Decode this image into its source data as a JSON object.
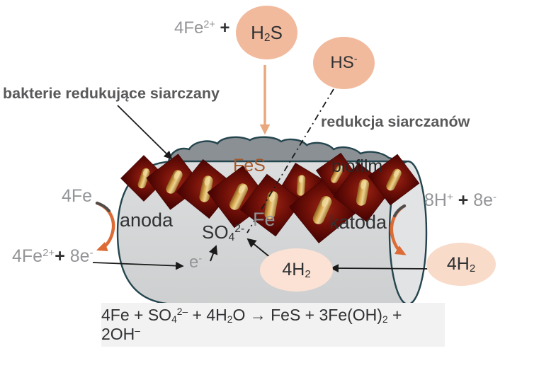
{
  "colors": {
    "peach-bubble": "#F2BA9D",
    "pale-bubble": "#FBE2D4",
    "right-bubble": "#F8DBC9",
    "orange-curve": "#DD6B35",
    "orange-light": "#E9A87E",
    "cylinder-fill": "#D5D6D7",
    "cylinder-cap": "#E2E3E4",
    "cylinder-stroke": "#24454E",
    "biofilm-fill": "#8A9094",
    "afm-maroon": "#701008",
    "rod-gold": "#D9A94F",
    "gray-text": "#939598",
    "dark-text": "#2F3133",
    "bold-label": "#58595B",
    "fes-brown": "#A3582B",
    "equation-bg": "#F2F2F3",
    "black-line": "#1A1A1A"
  },
  "labels": {
    "bacteria": "bakterie redukujące siarczany",
    "reduction": "redukcja siarczanów",
    "biofilm": "biofilm",
    "anode": "anoda",
    "cathode": "katoda",
    "fe": "Fe",
    "fes": "FeS",
    "left_top": "4Fe"
  },
  "formulas": {
    "top_reactant": [
      {
        "t": "4Fe"
      },
      {
        "t": "2+",
        "v": "sup"
      },
      {
        "t": " "
      },
      {
        "t": "+",
        "b": 1,
        "c": "dark"
      }
    ],
    "h2s": [
      {
        "t": "H"
      },
      {
        "t": "2",
        "v": "sub"
      },
      {
        "t": "S"
      }
    ],
    "hs": [
      {
        "t": "HS"
      },
      {
        "t": "-",
        "v": "sup"
      }
    ],
    "so4": [
      {
        "t": "SO"
      },
      {
        "t": "4",
        "v": "sub"
      },
      {
        "t": "2-",
        "v": "sup"
      }
    ],
    "electron": [
      {
        "t": "e"
      },
      {
        "t": "-",
        "v": "sup"
      }
    ],
    "left_reaction": [
      {
        "t": "4Fe"
      },
      {
        "t": "2+",
        "v": "sup"
      },
      {
        "t": "+",
        "b": 1,
        "c": "dark"
      },
      {
        "t": " 8e"
      },
      {
        "t": "-",
        "v": "sup"
      }
    ],
    "right_reaction": [
      {
        "t": "8H"
      },
      {
        "t": "+",
        "v": "sup"
      },
      {
        "t": "   "
      },
      {
        "t": "+ ",
        "b": 1,
        "c": "dark"
      },
      {
        "t": "8e"
      },
      {
        "t": "-",
        "v": "sup"
      }
    ],
    "h2_inner": [
      {
        "t": "4H"
      },
      {
        "t": "2",
        "v": "sub"
      }
    ],
    "h2_right": [
      {
        "t": "4H"
      },
      {
        "t": "2",
        "v": "sub"
      }
    ],
    "equation": [
      {
        "t": "4Fe + SO"
      },
      {
        "t": "4",
        "v": "sub"
      },
      {
        "t": "2–",
        "v": "sup"
      },
      {
        "t": " + 4H"
      },
      {
        "t": "2",
        "v": "sub"
      },
      {
        "t": "O → FeS + 3Fe(OH)"
      },
      {
        "t": "2",
        "v": "sub"
      },
      {
        "t": " + 2OH"
      },
      {
        "t": "–",
        "v": "sup"
      }
    ]
  },
  "graphics": {
    "pipe": "steel-pipe-cylinder",
    "biofilm_bumps": "biofilm-cloud-bumps",
    "afm_tiles": "sulfate-reducing-bacteria-afm-micrographs",
    "arrow_h2s_down": "orange-down-arrow",
    "arrow_bacteria_pointer": "black-arrow",
    "line_hs_to_so4": "dash-dot-line",
    "arrow_anode_cycle": "orange-curved-arrow",
    "arrow_cathode_cycle": "orange-curved-arrow",
    "arrow_electron_flow": "black-arrow",
    "arrow_e_to_so4": "black-arrow",
    "arrow_h2_to_so4": "black-arrow",
    "arrow_h2_transfer": "black-arrow"
  }
}
